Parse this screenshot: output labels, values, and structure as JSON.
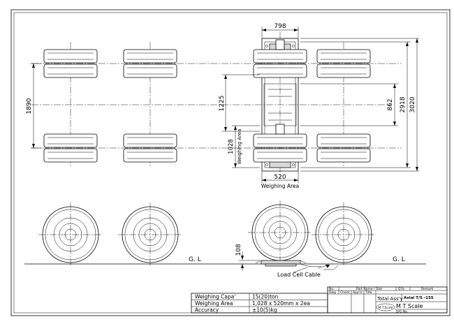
{
  "dimensions": {
    "top_width": "798",
    "left_span": "1890",
    "mid_span": "1225",
    "weigh_width": "1028",
    "weigh_area_v": "Weighing Area",
    "bottom_width": "520",
    "weigh_area_h": "Weighing Area",
    "right_862": "862",
    "right_2918": "2918",
    "right_3020": "3020",
    "height_108": "108"
  },
  "side_view": {
    "gl_left": "G. L",
    "gl_right": "G. L",
    "cable_label": "Load Cell Cable"
  },
  "title_block": {
    "spec_rows": [
      {
        "label": "Weighing Capa'",
        "value": "15(20)ton"
      },
      {
        "label": "Weighing Area",
        "value": "1,028 x 520mm x 2ea"
      },
      {
        "label": "Accuracy",
        "value": "±10(5)kg"
      }
    ],
    "hdr_no": "No.",
    "hdr_part": "Part Name / Size",
    "hdr_qty": "Q'ty",
    "hdr_remark": "Remark",
    "hdr_dwg": "Dwg",
    "hdr_check": "Check",
    "hdr_appr": "App'd",
    "hdr_title": "Title",
    "drawing_title": "Total Ass'y",
    "model": "Axial T/S -15S",
    "logo": "M.T.Scale",
    "company": "M T Scale",
    "dwg_no_label": "D/G No."
  }
}
